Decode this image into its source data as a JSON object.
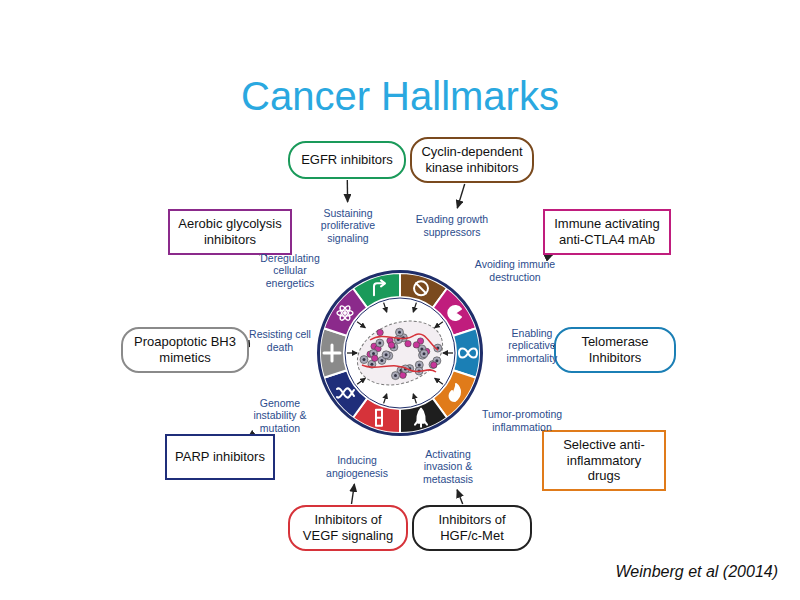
{
  "diagram": {
    "title": "Cancer Hallmarks",
    "caption": "Weinberg et al (20014)",
    "nodes": [
      {
        "text": [
          "EGFR inhibitors"
        ]
      },
      {
        "text": [
          "Cyclin-dependent kinase inhibitors"
        ]
      },
      {
        "text": [
          "Aerobic glycolysis inhibitors"
        ]
      },
      {
        "text": [
          "Immune activating anti-CTLA4 mAb"
        ]
      },
      {
        "text": [
          "Proapoptotic BH3 mimetics"
        ]
      },
      {
        "text": [
          "Telomerase Inhibitors"
        ]
      },
      {
        "text": [
          "PARP inhibitors"
        ]
      },
      {
        "text": [
          "Selective anti-inflammatory drugs"
        ]
      },
      {
        "text": [
          "Inhibitors of VEGF signaling"
        ]
      },
      {
        "text": [
          "Inhibitors of HGF/c-Met"
        ]
      },
      {
        "text": [
          "Sustaining proliferative signaling"
        ]
      },
      {
        "text": [
          "Evading growth suppressors"
        ]
      },
      {
        "text": [
          "Deregulating cellular energetics"
        ]
      },
      {
        "text": [
          "Avoiding immune destruction"
        ]
      },
      {
        "text": [
          "Resisting cell death"
        ]
      },
      {
        "text": [
          "Enabling replicative immortality"
        ]
      },
      {
        "text": [
          "Genome instability & mutation"
        ]
      },
      {
        "text": [
          "Tumor-promoting inflammation"
        ]
      },
      {
        "text": [
          "Inducing angiogenesis"
        ]
      },
      {
        "text": [
          "Activating invasion & metastasis"
        ]
      }
    ],
    "edges": [
      {
        "from": 0,
        "to": 10,
        "arrow": "to"
      },
      {
        "from": 1,
        "to": 11,
        "arrow": "to"
      },
      {
        "from": 2,
        "to": 12,
        "arrow": "to"
      },
      {
        "from": 3,
        "to": 13,
        "arrow": "to"
      },
      {
        "from": 4,
        "to": 14,
        "arrow": "to"
      },
      {
        "from": 5,
        "to": 15,
        "arrow": "to"
      },
      {
        "from": 6,
        "to": 16,
        "arrow": "to"
      },
      {
        "from": 7,
        "to": 17,
        "arrow": "to"
      },
      {
        "from": 8,
        "to": 18,
        "arrow": "to"
      },
      {
        "from": 9,
        "to": 19,
        "arrow": "to"
      }
    ]
  }
}
